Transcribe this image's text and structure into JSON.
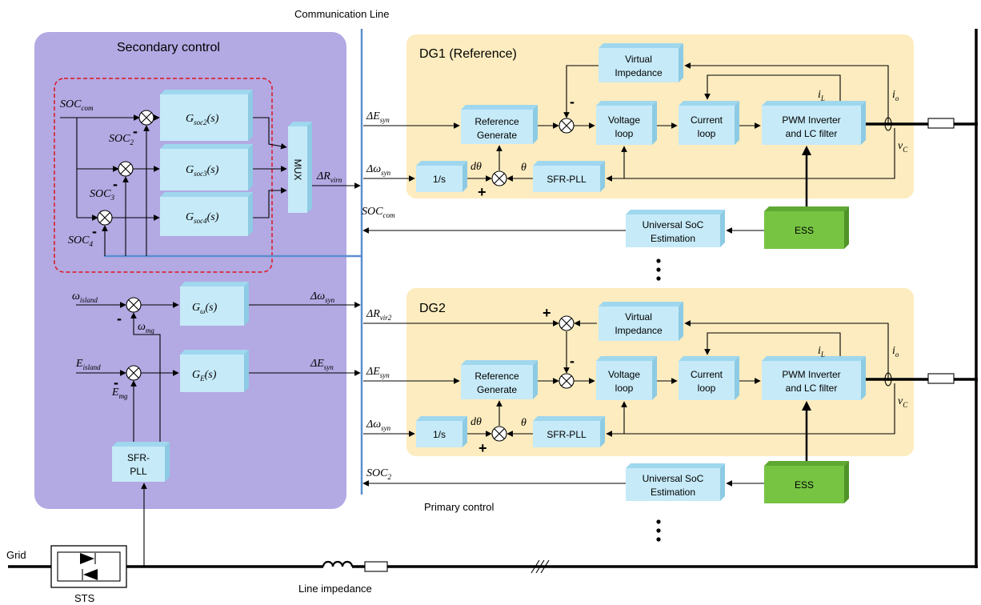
{
  "title_comm": "Communication Line",
  "title_primary": "Primary control",
  "secondary": {
    "title": "Secondary control",
    "soc_com": "SOC",
    "soc_com_sub": "com",
    "soc2": "SOC",
    "soc2_sub": "2",
    "soc3": "SOC",
    "soc3_sub": "3",
    "soc4": "SOC",
    "soc4_sub": "4",
    "g2": "G",
    "g2_sub": "soc2",
    "g2_tail": "(s)",
    "g3": "G",
    "g3_sub": "soc3",
    "g3_tail": "(s)",
    "g4": "G",
    "g4_sub": "soc4",
    "g4_tail": "(s)",
    "mux": "MUX",
    "dr_out": "ΔR",
    "dr_out_sub": "virn",
    "w_island": "ω",
    "w_island_sub": "island",
    "w_mg": "ω",
    "w_mg_sub": "mg",
    "gw": "G",
    "gw_sub": "ω",
    "gw_tail": "(s)",
    "dw_out": "Δω",
    "dw_out_sub": "syn",
    "e_island": "E",
    "e_island_sub": "island",
    "e_mg": "E",
    "e_mg_sub": "mg",
    "ge": "G",
    "ge_sub": "E",
    "ge_tail": "(s)",
    "de_out": "ΔE",
    "de_out_sub": "syn",
    "pll1": "SFR-",
    "pll2": "PLL"
  },
  "dg1": {
    "title": "DG1 (Reference)",
    "de": "ΔE",
    "de_sub": "syn",
    "dw": "Δω",
    "dw_sub": "syn",
    "ref1": "Reference",
    "ref2": "Generate",
    "vi1": "Virtual",
    "vi2": "Impedance",
    "vl1": "Voltage",
    "vl2": "loop",
    "cl1": "Current",
    "cl2": "loop",
    "pwm1": "PWM Inverter",
    "pwm2": "and LC filter",
    "int": "1/s",
    "dtheta": "dθ",
    "theta": "θ",
    "pll": "SFR-PLL",
    "il": "i",
    "il_sub": "L",
    "io": "i",
    "io_sub": "o",
    "vc": "v",
    "vc_sub": "C",
    "soc_out": "SOC",
    "soc_out_sub": "com",
    "use1": "Universal SoC",
    "use2": "Estimation",
    "ess": "ESS"
  },
  "dg2": {
    "title": "DG2",
    "dr": "ΔR",
    "dr_sub": "vir2",
    "de": "ΔE",
    "de_sub": "syn",
    "dw": "Δω",
    "dw_sub": "syn",
    "ref1": "Reference",
    "ref2": "Generate",
    "vi1": "Virtual",
    "vi2": "Impedance",
    "vl1": "Voltage",
    "vl2": "loop",
    "cl1": "Current",
    "cl2": "loop",
    "pwm1": "PWM Inverter",
    "pwm2": "and LC filter",
    "int": "1/s",
    "dtheta": "dθ",
    "theta": "θ",
    "pll": "SFR-PLL",
    "il": "i",
    "il_sub": "L",
    "io": "i",
    "io_sub": "o",
    "vc": "v",
    "vc_sub": "C",
    "soc_out": "SOC",
    "soc_out_sub": "2",
    "use1": "Universal SoC",
    "use2": "Estimation",
    "ess": "ESS"
  },
  "grid": "Grid",
  "sts": "STS",
  "line_impedance": "Line impedance",
  "colors": {
    "purple": "#b3a9e3",
    "yellow": "#fdecbf",
    "block": "#c6eaf8",
    "ess": "#76c442",
    "comm": "#5b8fd0",
    "dash": "#e0141c"
  }
}
